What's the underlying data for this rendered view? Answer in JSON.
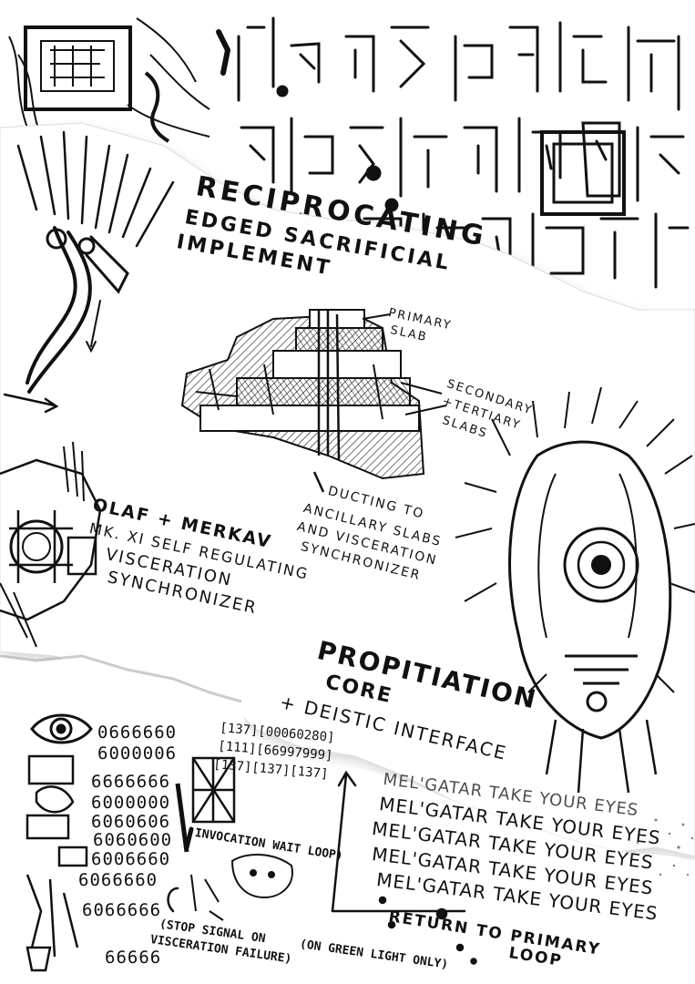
{
  "title_lines": [
    "RECIPROCATING",
    "EDGED SACRIFICIAL",
    "IMPLEMENT"
  ],
  "slab_labels": {
    "primary": [
      "PRIMARY",
      "SLAB"
    ],
    "secondary": [
      "SECONDARY",
      "+TERTIARY",
      "SLABS"
    ]
  },
  "ducting_lines": [
    "DUCTING TO",
    "ANCILLARY SLABS",
    "AND VISCERATION",
    "SYNCHRONIZER"
  ],
  "synchronizer_lines": [
    "OLAF + MERKAV",
    "MK. XI SELF REGULATING",
    "VISCERATION",
    "SYNCHRONIZER"
  ],
  "propitiation_lines": [
    "PROPITIATION",
    "CORE",
    "+ DEISTIC INTERFACE"
  ],
  "code_lines": [
    "[137][00060280]",
    "[111][66997999]",
    "[137][137][137]"
  ],
  "digit_rows": [
    "0666660",
    "6000006",
    "6666666",
    "6000000",
    "6060606",
    "6060600",
    "6006660",
    "6066660",
    "6066666",
    "66666"
  ],
  "chant_lines": [
    "MEL'GATAR TAKE YOUR EYES",
    "MEL'GATAR TAKE YOUR EYES",
    "MEL'GATAR TAKE YOUR EYES",
    "MEL'GATAR TAKE YOUR EYES",
    "MEL'GATAR TAKE YOUR EYES"
  ],
  "loop_labels": {
    "invocation": "INVOCATION WAIT LOOP)",
    "return": [
      "RETURN TO PRIMARY",
      "LOOP"
    ],
    "stop": [
      "(STOP SIGNAL ON",
      "VISCERATION FAILURE)"
    ],
    "green": "(ON GREEN LIGHT ONLY)"
  },
  "colors": {
    "ink": "#111111",
    "paper": "#ffffff",
    "shadow": "#888888"
  },
  "icons": [
    "eye-icon",
    "hieroglyph-panel",
    "ritual-blade",
    "slab-machine",
    "idol-face",
    "synchronizer-machine"
  ]
}
